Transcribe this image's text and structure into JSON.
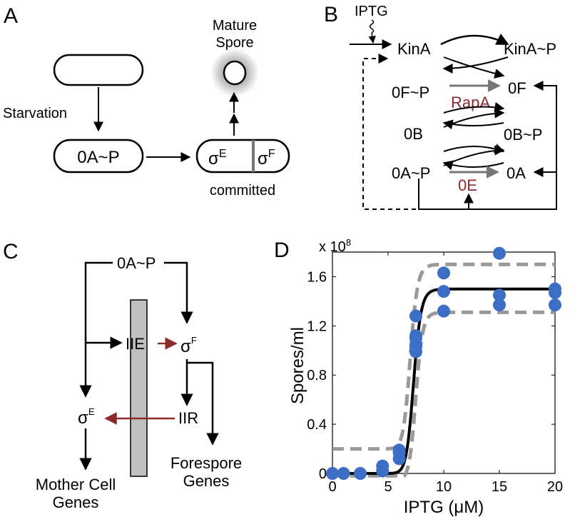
{
  "panel_labels": {
    "a": "A",
    "b": "B",
    "c": "C",
    "d": "D"
  },
  "panel_a": {
    "starvation": "Starvation",
    "oap": "0A~P",
    "sigma_e": "σ",
    "sigma_e_sup": "E",
    "sigma_f": "σ",
    "sigma_f_sup": "F",
    "committed": "committed",
    "mature": "Mature",
    "spore": "Spore"
  },
  "panel_b": {
    "iptg": "IPTG",
    "kina": "KinA",
    "kinap": "KinA~P",
    "ofp": "0F~P",
    "of": "0F",
    "rapa": "RapA",
    "ob": "0B",
    "obp": "0B~P",
    "oap": "0A~P",
    "oa": "0A",
    "oe": "0E"
  },
  "panel_c": {
    "oap": "0A~P",
    "iie": "IIE",
    "sigma_f": "σ",
    "sigma_f_sup": "F",
    "iir": "IIR",
    "sigma_e": "σ",
    "sigma_e_sup": "E",
    "mother_1": "Mother Cell",
    "mother_2": "Genes",
    "fore_1": "Forespore",
    "fore_2": "Genes"
  },
  "chart_data": {
    "type": "scatter",
    "xlabel": "IPTG (μM)",
    "ylabel": "Spores/ml",
    "multiplier": "x 10",
    "multiplier_exp": "8",
    "xlim": [
      0,
      20
    ],
    "ylim": [
      0,
      1.8
    ],
    "xticks": [
      0,
      5,
      10,
      15,
      20
    ],
    "yticks": [
      0,
      0.4,
      0.8,
      1.2,
      1.6
    ],
    "ytick_labels": [
      "0",
      "0.4",
      "0.8",
      "1.2",
      "1.6"
    ],
    "points": [
      {
        "x": 0,
        "y": 0
      },
      {
        "x": 1,
        "y": 0
      },
      {
        "x": 2.5,
        "y": 0
      },
      {
        "x": 4.5,
        "y": 0.02
      },
      {
        "x": 4.5,
        "y": 0.06
      },
      {
        "x": 6,
        "y": 0.12
      },
      {
        "x": 6,
        "y": 0.17
      },
      {
        "x": 6,
        "y": 0.19
      },
      {
        "x": 7.5,
        "y": 0.99
      },
      {
        "x": 7.5,
        "y": 1.04
      },
      {
        "x": 7.5,
        "y": 1.1
      },
      {
        "x": 7.5,
        "y": 1.12
      },
      {
        "x": 7.5,
        "y": 1.28
      },
      {
        "x": 10,
        "y": 1.32
      },
      {
        "x": 10,
        "y": 1.48
      },
      {
        "x": 10,
        "y": 1.63
      },
      {
        "x": 15,
        "y": 1.37
      },
      {
        "x": 15,
        "y": 1.45
      },
      {
        "x": 15,
        "y": 1.79
      },
      {
        "x": 20,
        "y": 1.37
      },
      {
        "x": 20,
        "y": 1.47
      },
      {
        "x": 20,
        "y": 1.5
      }
    ],
    "fit_mid": {
      "base": 0,
      "top": 1.5,
      "x50": 7.3,
      "n": 22
    },
    "fit_upper": {
      "base": 0.2,
      "top": 1.7,
      "x50": 7.0,
      "n": 22
    },
    "fit_lower": {
      "base": -0.05,
      "top": 1.31,
      "x50": 7.5,
      "n": 25
    },
    "colors": {
      "points": "#3b6ec4",
      "fit": "#000000",
      "bounds": "#999999"
    }
  }
}
